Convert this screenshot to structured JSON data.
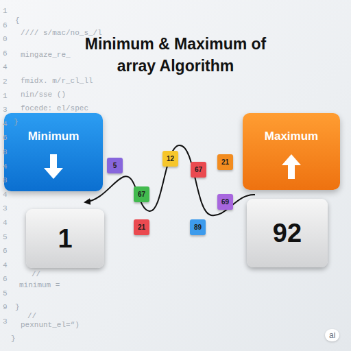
{
  "diagram": {
    "title": "Minimum & Maximum of array Algorithm",
    "nodes": [
      {
        "text": [
          "Minimum"
        ]
      },
      {
        "text": [
          "Maximum"
        ]
      },
      {
        "text": [
          "5"
        ]
      },
      {
        "text": [
          "12"
        ]
      },
      {
        "text": [
          "67"
        ]
      },
      {
        "text": [
          "21"
        ]
      },
      {
        "text": [
          "67"
        ]
      },
      {
        "text": [
          "69"
        ]
      },
      {
        "text": [
          "21"
        ]
      },
      {
        "text": [
          "89"
        ]
      },
      {
        "text": [
          "1"
        ]
      },
      {
        "text": [
          "92"
        ]
      }
    ],
    "labels": [
      "1 6 0 6 4 2 1 3 4 6 8 4 8 4 3 4 5 6 4 6 5 9 3",
      "{",
      "//// s/mac/no_s_/l",
      "mingaze_re_",
      "fmidx. m/r_cl_ll",
      "nin/sse ()",
      "focede: el/spec",
      "}",
      "//",
      "minimum =",
      "}",
      "//",
      "pexnunt_el=“)",
      "}",
      "ai"
    ]
  }
}
